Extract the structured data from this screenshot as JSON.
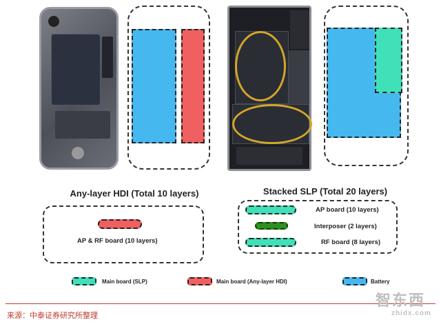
{
  "left_section": {
    "title": "Any-layer HDI (Total 10 layers)",
    "board_label": "AP & RF board (10 layers)"
  },
  "right_section": {
    "title": "Stacked SLP (Total 20 layers)",
    "items": [
      {
        "label": "AP board (10 layers)",
        "color": "#40e0b8"
      },
      {
        "label": "Interposer (2 layers)",
        "color": "#2f8f1f"
      },
      {
        "label": "RF board (8 layers)",
        "color": "#40e0b8"
      }
    ]
  },
  "legend": [
    {
      "label": "Main board (SLP)",
      "color": "#40e0b8"
    },
    {
      "label": "Main board (Any-layer HDI)",
      "color": "#f06060"
    },
    {
      "label": "Battery",
      "color": "#45b8f0"
    }
  ],
  "source": "来源：中泰证券研究所整理",
  "watermark": {
    "logo": "智东西",
    "url": "zhidx.com"
  },
  "colors": {
    "blue": "#45b8f0",
    "red": "#f06060",
    "teal": "#40e0b8",
    "green": "#2f8f1f",
    "accent": "#c0392b"
  }
}
